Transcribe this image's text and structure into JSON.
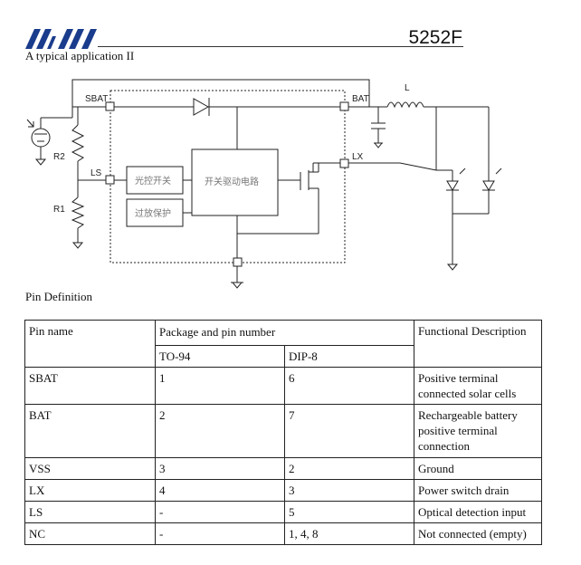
{
  "header": {
    "part_number": "5252F",
    "subtitle": "A typical application II"
  },
  "schematic": {
    "labels": {
      "sbat": "SBAT",
      "bat": "BAT",
      "lx": "LX",
      "ls": "LS",
      "r1": "R1",
      "r2": "R2",
      "inductor": "L",
      "block_light": "光控开关",
      "block_driver": "开关驱动电路",
      "block_protect": "过放保护"
    }
  },
  "pin_section": {
    "title": "Pin Definition"
  },
  "table": {
    "headers": {
      "pin_name": "Pin name",
      "package": "Package and pin number",
      "to94": "TO-94",
      "dip8": "DIP-8",
      "function": "Functional Description"
    },
    "rows": [
      {
        "pin": "SBAT",
        "to94": "1",
        "dip8": "6",
        "desc": "Positive terminal connected solar cells"
      },
      {
        "pin": "BAT",
        "to94": "2",
        "dip8": "7",
        "desc": "Rechargeable battery positive terminal connection"
      },
      {
        "pin": "VSS",
        "to94": "3",
        "dip8": "2",
        "desc": "Ground"
      },
      {
        "pin": "LX",
        "to94": "4",
        "dip8": "3",
        "desc": "Power switch drain"
      },
      {
        "pin": "LS",
        "to94": "-",
        "dip8": "5",
        "desc": "Optical detection input"
      },
      {
        "pin": "NC",
        "to94": "-",
        "dip8": "1, 4, 8",
        "desc": "Not connected (empty)"
      }
    ]
  },
  "colors": {
    "logo": "#1a3c8c",
    "line": "#222222",
    "block_text": "#777777"
  }
}
